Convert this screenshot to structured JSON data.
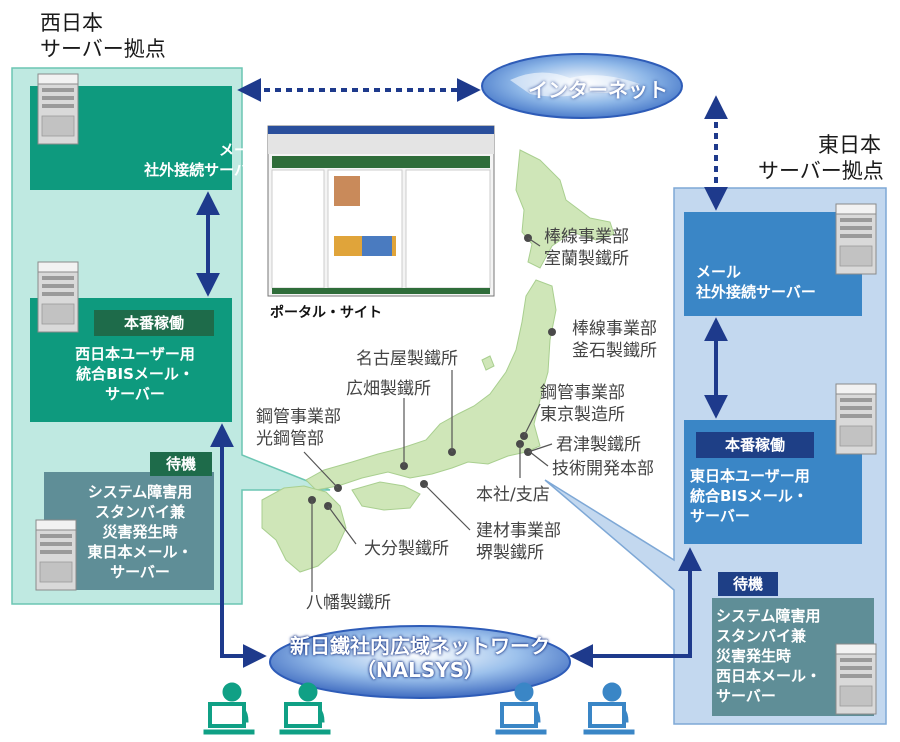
{
  "west_site": {
    "title_line1": "西日本",
    "title_line2": "サーバー拠点",
    "mail_server": [
      "メール",
      "社外接続サーバー"
    ],
    "production_badge": "本番稼働",
    "production_server": [
      "西日本ユーザー用",
      "統合BISメール・",
      "サーバー"
    ],
    "standby_badge": "待機",
    "standby_server": [
      "システム障害用",
      "スタンバイ兼",
      "災害発生時",
      "東日本メール・",
      "サーバー"
    ]
  },
  "east_site": {
    "title_line1": "東日本",
    "title_line2": "サーバー拠点",
    "mail_server": [
      "メール",
      "社外接続サーバー"
    ],
    "production_badge": "本番稼働",
    "production_server": [
      "東日本ユーザー用",
      "統合BISメール・",
      "サーバー"
    ],
    "standby_badge": "待機",
    "standby_server": [
      "システム障害用",
      "スタンバイ兼",
      "災害発生時",
      "西日本メール・",
      "サーバー"
    ]
  },
  "internet": "インターネット",
  "network": {
    "line1": "新日鐵社内広域ネットワーク",
    "line2": "（NALSYS）"
  },
  "portal_caption": "ポータル・サイト",
  "locations": {
    "muroran": [
      "棒線事業部",
      "室蘭製鐵所"
    ],
    "kamaishi": [
      "棒線事業部",
      "釜石製鐵所"
    ],
    "nagoya": "名古屋製鐵所",
    "hirohata": "広畑製鐵所",
    "hikari": [
      "鋼管事業部",
      "光鋼管部"
    ],
    "tokyo": [
      "鋼管事業部",
      "東京製造所"
    ],
    "kimitsu": "君津製鐵所",
    "gijutsu": "技術開発本部",
    "honsha": "本社/支店",
    "sakai": [
      "建材事業部",
      "堺製鐵所"
    ],
    "oita": "大分製鐵所",
    "yawata": "八幡製鐵所"
  },
  "colors": {
    "west_panel": "#bfe9e1",
    "west_box": "#0e9a7e",
    "east_panel": "#c3d8ef",
    "east_box": "#3a86c6",
    "badge_west": "#1e6b4a",
    "badge_east": "#1e3f86",
    "standby_box": "#5f8e97",
    "arrow": "#1e3a8c",
    "map": "#cfe6b8"
  }
}
